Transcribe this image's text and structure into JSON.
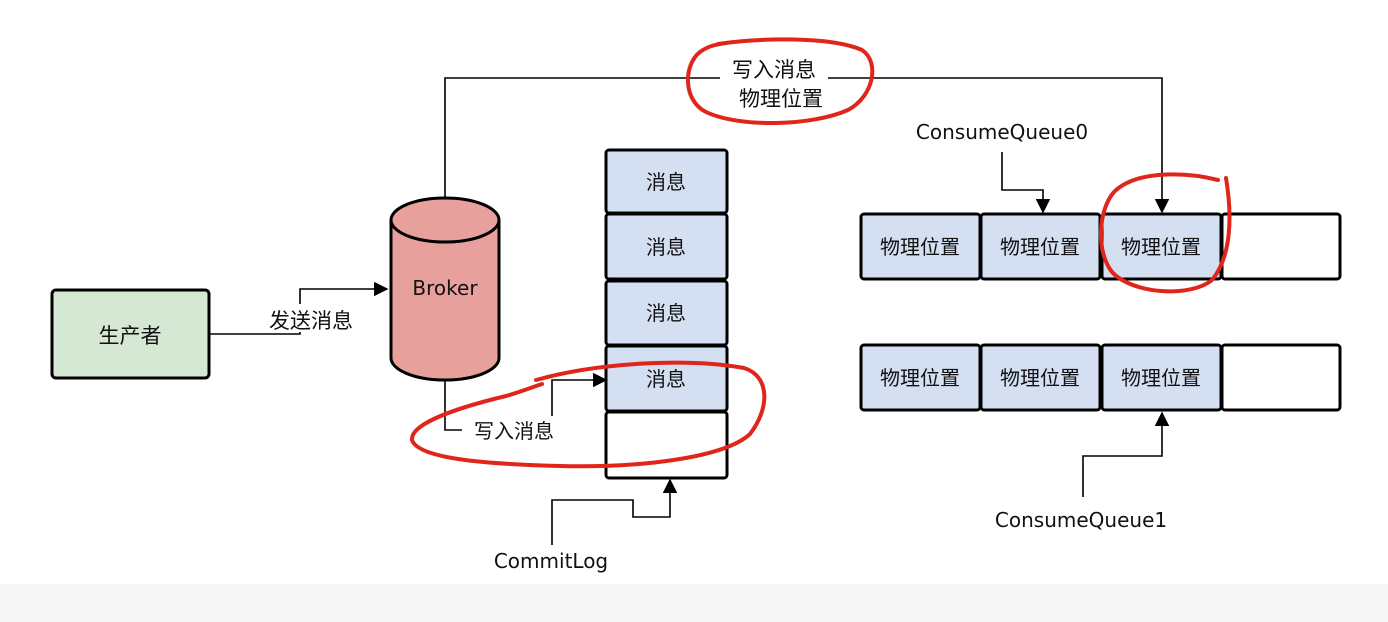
{
  "producer": {
    "label": "生产者"
  },
  "broker": {
    "label": "Broker"
  },
  "edges": {
    "send": "发送消息",
    "write_commitlog": "写入消息",
    "write_queue_line1": "写入消息",
    "write_queue_line2": "物理位置"
  },
  "commitlog": {
    "label": "CommitLog",
    "cells": [
      "消息",
      "消息",
      "消息",
      "消息",
      ""
    ]
  },
  "consume_queue_0": {
    "label": "ConsumeQueue0",
    "cells": [
      "物理位置",
      "物理位置",
      "物理位置",
      ""
    ]
  },
  "consume_queue_1": {
    "label": "ConsumeQueue1",
    "cells": [
      "物理位置",
      "物理位置",
      "物理位置",
      ""
    ]
  },
  "colors": {
    "cell_fill": "#d4e0f2",
    "broker_fill": "#e8a09d",
    "producer_fill": "#d5e8d4",
    "highlight": "#e0251b"
  }
}
